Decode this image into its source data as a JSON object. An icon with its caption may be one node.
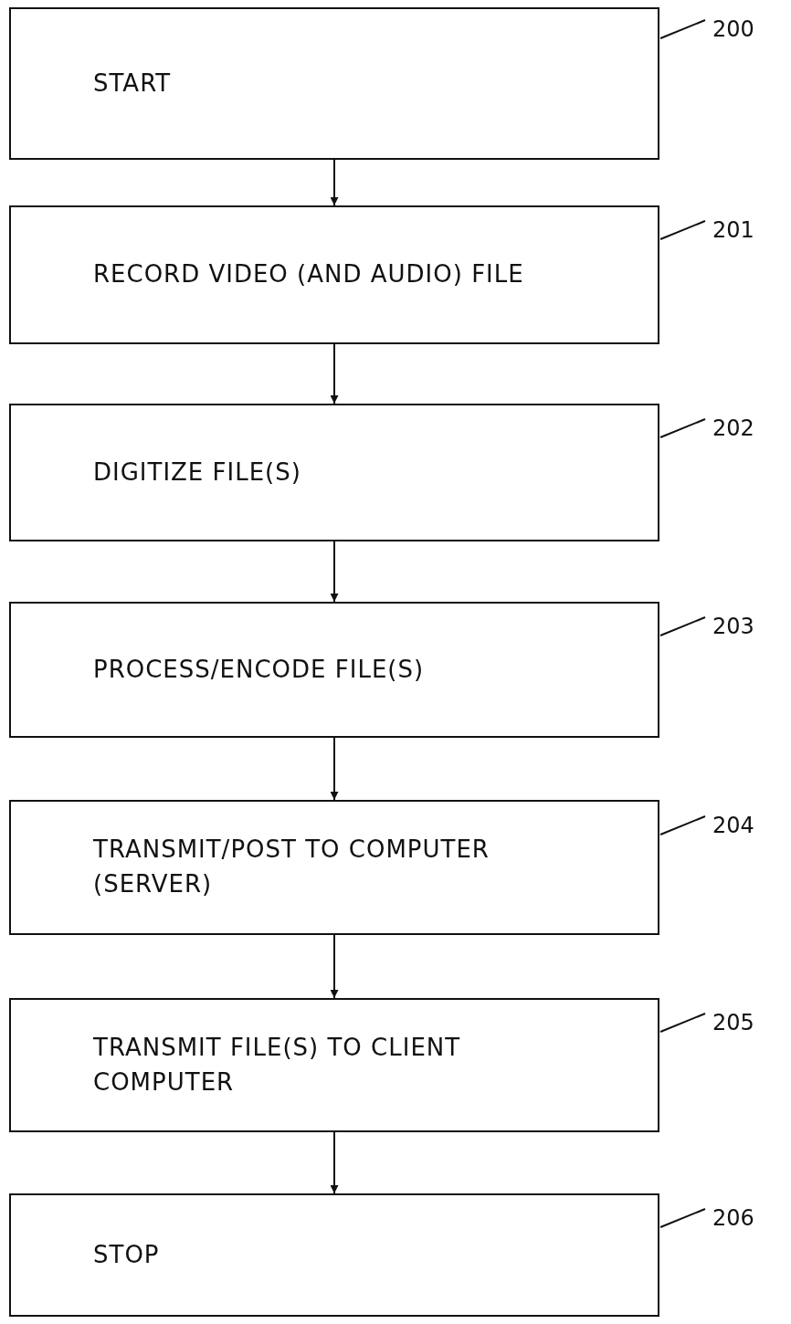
{
  "diagram": {
    "nodes": [
      {
        "text": [
          "START"
        ]
      },
      {
        "text": [
          "200"
        ]
      },
      {
        "text": [
          "RECORD VIDEO (AND AUDIO) FILE"
        ]
      },
      {
        "text": [
          "201"
        ]
      },
      {
        "text": [
          "DIGITIZE FILE(S)"
        ]
      },
      {
        "text": [
          "202"
        ]
      },
      {
        "text": [
          "PROCESS/ENCODE FILE(S)"
        ]
      },
      {
        "text": [
          "203"
        ]
      },
      {
        "text": [
          "TRANSMIT/POST TO COMPUTER (SERVER)"
        ]
      },
      {
        "text": [
          "204"
        ]
      },
      {
        "text": [
          "TRANSMIT FILE(S) TO CLIENT COMPUTER"
        ]
      },
      {
        "text": [
          "205"
        ]
      },
      {
        "text": [
          "STOP"
        ]
      },
      {
        "text": [
          "206"
        ]
      }
    ],
    "edges": [
      {
        "from": 0,
        "to": 2,
        "arrow": "to"
      },
      {
        "from": 2,
        "to": 4,
        "arrow": "to"
      },
      {
        "from": 4,
        "to": 6,
        "arrow": "to"
      },
      {
        "from": 6,
        "to": 8,
        "arrow": "to"
      },
      {
        "from": 8,
        "to": 10,
        "arrow": "to"
      },
      {
        "from": 10,
        "to": 12,
        "arrow": "to"
      },
      {
        "from": 1,
        "to": 0,
        "arrow": "none"
      },
      {
        "from": 3,
        "to": 2,
        "arrow": "none"
      },
      {
        "from": 5,
        "to": 4,
        "arrow": "none"
      },
      {
        "from": 7,
        "to": 6,
        "arrow": "none"
      },
      {
        "from": 9,
        "to": 8,
        "arrow": "none"
      },
      {
        "from": 11,
        "to": 10,
        "arrow": "none"
      },
      {
        "from": 13,
        "to": 12,
        "arrow": "none"
      }
    ]
  }
}
